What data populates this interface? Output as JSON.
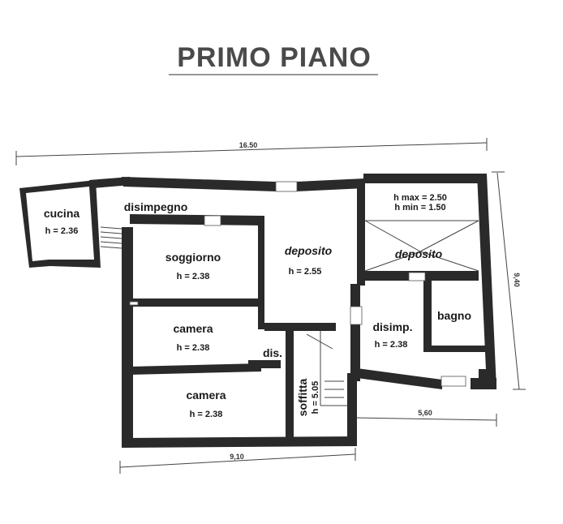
{
  "title": "PRIMO PIANO",
  "rooms": {
    "cucina": {
      "name": "cucina",
      "height": "h = 2.36"
    },
    "disimpegno": {
      "name": "disimpegno"
    },
    "soggiorno": {
      "name": "soggiorno",
      "height": "h = 2.38"
    },
    "camera1": {
      "name": "camera",
      "height": "h = 2.38"
    },
    "camera2": {
      "name": "camera",
      "height": "h = 2.38"
    },
    "dis": {
      "name": "dis."
    },
    "deposito1": {
      "name": "deposito",
      "height": "h = 2.55"
    },
    "deposito2": {
      "name": "deposito",
      "hmax": "h max = 2.50",
      "hmin": "h min = 1.50"
    },
    "disimp": {
      "name": "disimp.",
      "height": "h = 2.38"
    },
    "bagno": {
      "name": "bagno"
    },
    "soffitta": {
      "name": "soffitta",
      "height": "h = 5.05"
    }
  },
  "dimensions": {
    "top": "16.50",
    "right": "9,40",
    "bottom_left": "9,10",
    "bottom_right": "5,60"
  }
}
